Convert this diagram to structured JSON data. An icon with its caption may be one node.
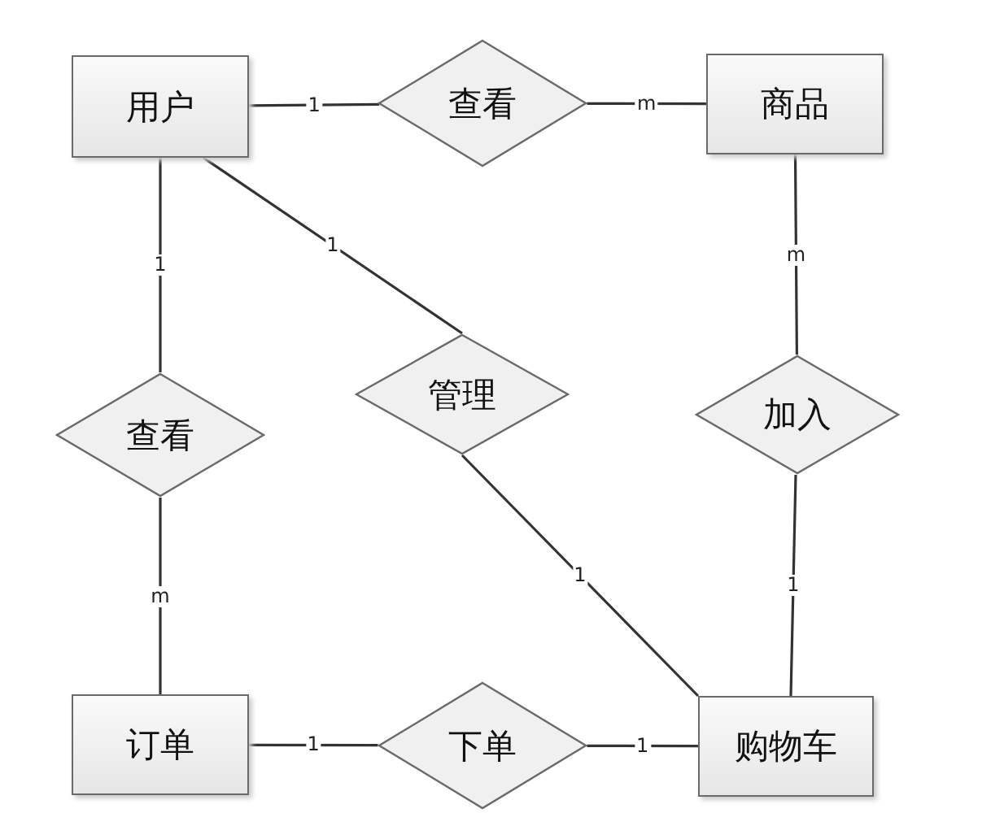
{
  "diagram": {
    "nodes": [
      {
        "text": [
          "用户"
        ]
      },
      {
        "text": [
          "查看"
        ]
      },
      {
        "text": [
          "商品"
        ]
      },
      {
        "text": [
          "查看"
        ]
      },
      {
        "text": [
          "管理"
        ]
      },
      {
        "text": [
          "加入"
        ]
      },
      {
        "text": [
          "订单"
        ]
      },
      {
        "text": [
          "下单"
        ]
      },
      {
        "text": [
          "购物车"
        ]
      }
    ],
    "edges": [
      {
        "from": 0,
        "to": 1,
        "arrow": "none",
        "label": "1"
      },
      {
        "from": 1,
        "to": 2,
        "arrow": "none",
        "label": "m"
      },
      {
        "from": 0,
        "to": 3,
        "arrow": "none",
        "label": "1"
      },
      {
        "from": 3,
        "to": 6,
        "arrow": "none",
        "label": "m"
      },
      {
        "from": 0,
        "to": 4,
        "arrow": "none",
        "label": "1"
      },
      {
        "from": 4,
        "to": 8,
        "arrow": "none",
        "label": "1"
      },
      {
        "from": 2,
        "to": 5,
        "arrow": "none",
        "label": "m"
      },
      {
        "from": 5,
        "to": 8,
        "arrow": "none",
        "label": "1"
      },
      {
        "from": 6,
        "to": 7,
        "arrow": "none",
        "label": "1"
      },
      {
        "from": 7,
        "to": 8,
        "arrow": "none",
        "label": "1"
      }
    ]
  }
}
